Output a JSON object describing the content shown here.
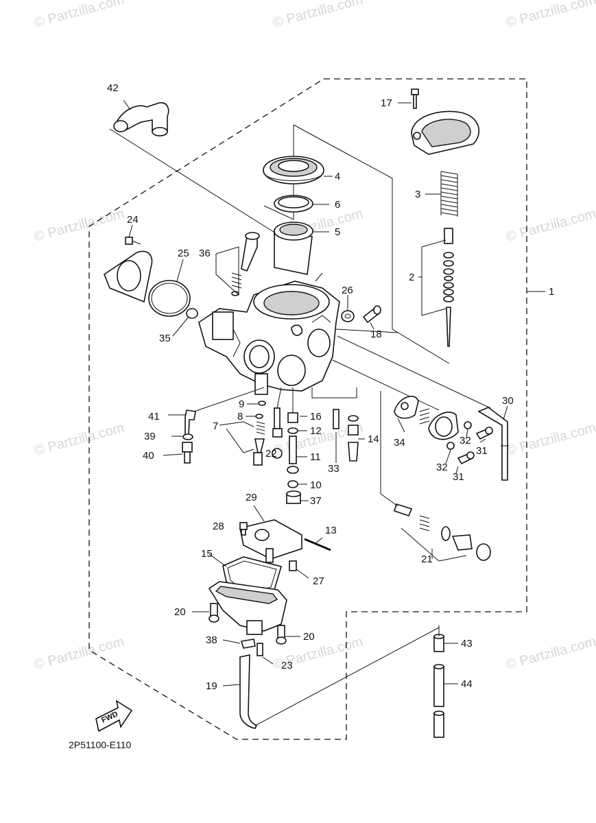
{
  "diagram": {
    "drawing_code": "2P51100-E110",
    "watermark": "© Partzilla.com",
    "fwd_label": "FWD",
    "callouts": {
      "c1": "1",
      "c2": "2",
      "c3": "3",
      "c4": "4",
      "c5": "5",
      "c6": "6",
      "c7": "7",
      "c8": "8",
      "c9": "9",
      "c10": "10",
      "c11": "11",
      "c12": "12",
      "c13": "13",
      "c14": "14",
      "c15": "15",
      "c16": "16",
      "c17": "17",
      "c18": "18",
      "c19": "19",
      "c20a": "20",
      "c20b": "20",
      "c21": "21",
      "c22": "22",
      "c23": "23",
      "c24": "24",
      "c25": "25",
      "c26": "26",
      "c27": "27",
      "c28": "28",
      "c29": "29",
      "c30": "30",
      "c31a": "31",
      "c31b": "31",
      "c32a": "32",
      "c32b": "32",
      "c33": "33",
      "c34": "34",
      "c35": "35",
      "c36": "36",
      "c37": "37",
      "c38": "38",
      "c39": "39",
      "c40": "40",
      "c41": "41",
      "c42": "42",
      "c43": "43",
      "c44": "44"
    }
  }
}
